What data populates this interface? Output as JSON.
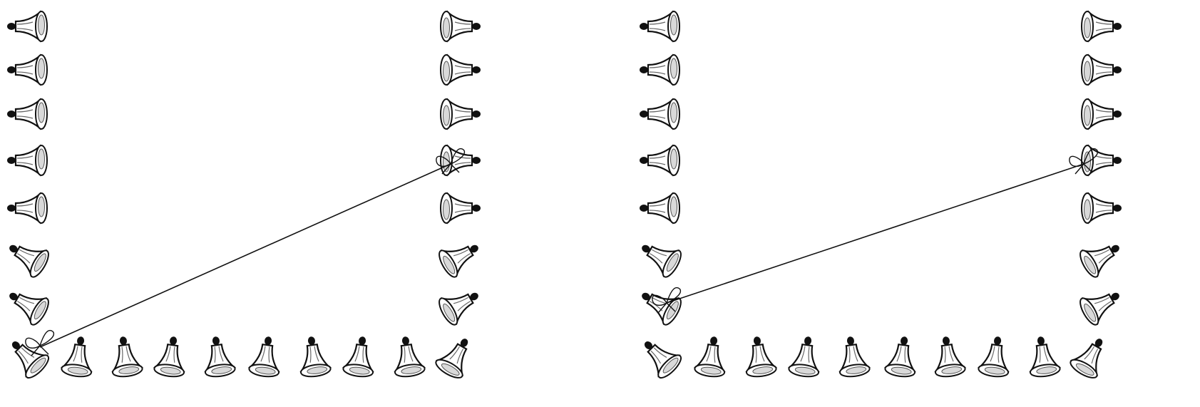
{
  "panels": [
    {
      "name": "left-panel",
      "bells": {
        "left_column": 7,
        "right_column": 7,
        "bottom_row": 10
      },
      "string": {
        "from": "bottom-left-corner-bell",
        "to": "right-column-bell-4"
      }
    },
    {
      "name": "right-panel",
      "bells": {
        "left_column": 7,
        "right_column": 7,
        "bottom_row": 10
      },
      "string": {
        "from": "left-column-bell-7",
        "to": "right-column-bell-4"
      }
    }
  ],
  "colors": {
    "ink": "#111111",
    "bell_fill": "#ffffff",
    "bell_inner": "#d9d9d9",
    "background": "#ffffff"
  }
}
